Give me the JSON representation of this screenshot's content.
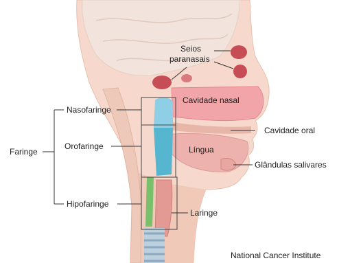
{
  "labels": {
    "seios_line1": "Seios",
    "seios_line2": "paranasais",
    "cavidade_nasal": "Cavidade nasal",
    "nasofaringe": "Nasofaringe",
    "cavidade_oral": "Cavidade oral",
    "lingua": "Língua",
    "faringe": "Faringe",
    "orofaringe": "Orofaringe",
    "glandulas": "Glândulas  salivares",
    "hipofaringe": "Hipofaringe",
    "laringe": "Laringe"
  },
  "credit": "National Cancer Institute",
  "colors": {
    "skin": "#f6d9cc",
    "brain": "#f2e4dc",
    "nasal": "#f2a5a8",
    "tongue": "#eeb2ae",
    "nasopharynx": "#8fcfe5",
    "oropharynx": "#57b6cf",
    "hypopharynx": "#79c06a",
    "sinus": "#c64c55",
    "trachea": "#8da9c0",
    "line": "#333333"
  }
}
